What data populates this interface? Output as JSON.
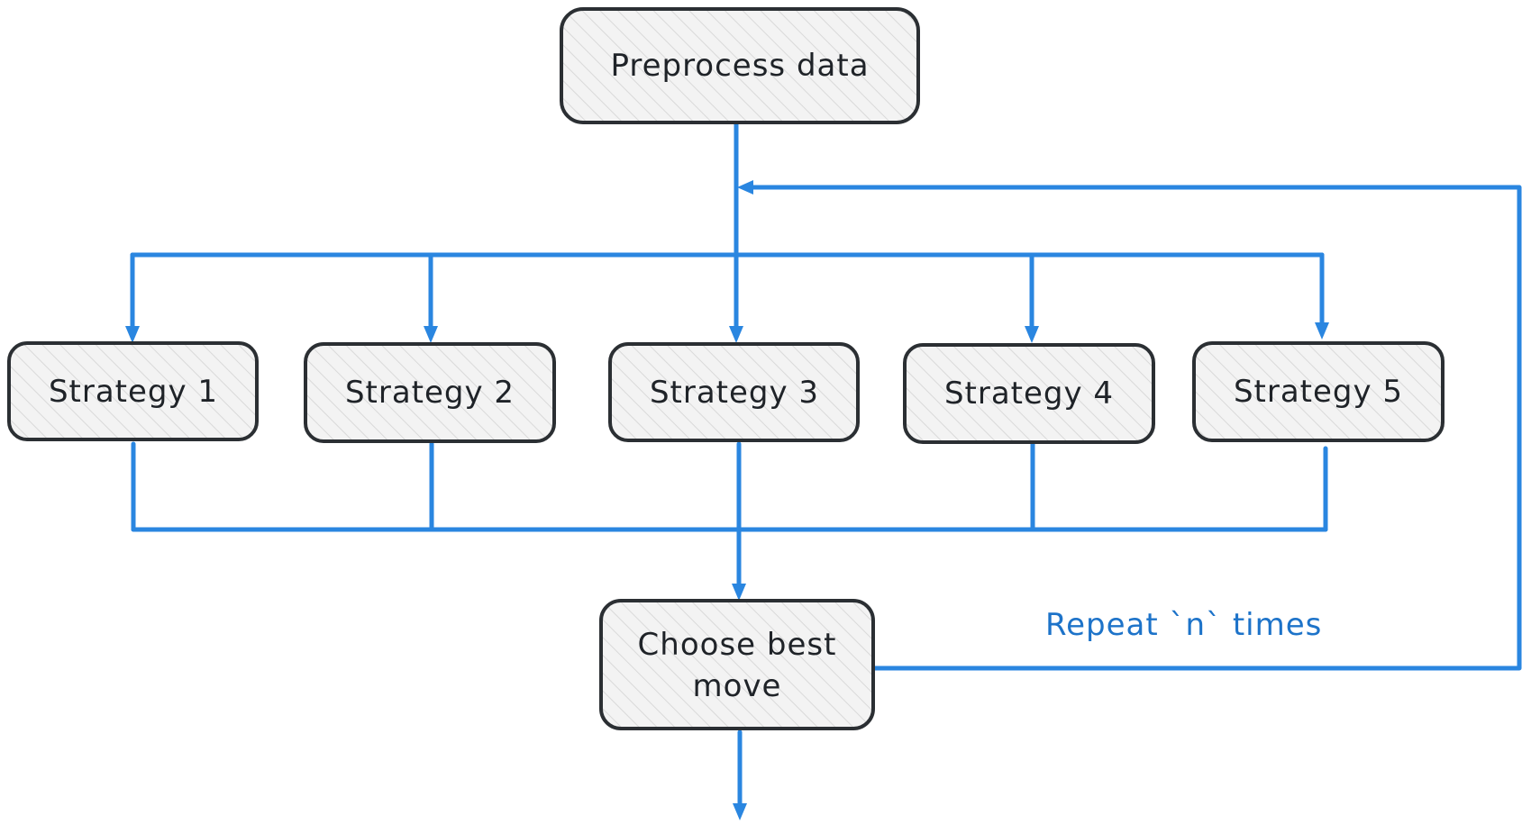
{
  "nodes": {
    "preprocess": {
      "label": "Preprocess data"
    },
    "strategies": [
      {
        "label": "Strategy 1"
      },
      {
        "label": "Strategy 2"
      },
      {
        "label": "Strategy 3"
      },
      {
        "label": "Strategy 4"
      },
      {
        "label": "Strategy 5"
      }
    ],
    "choose": {
      "line1": "Choose best",
      "line2": "move"
    }
  },
  "annotation": {
    "repeat": "Repeat `n` times"
  },
  "colors": {
    "connector": "#2a86e0",
    "annotation_text": "#1d73c9",
    "node_border": "#2b2f33",
    "node_fill": "#f3f3f3",
    "hatch": "#d9d9d9"
  }
}
